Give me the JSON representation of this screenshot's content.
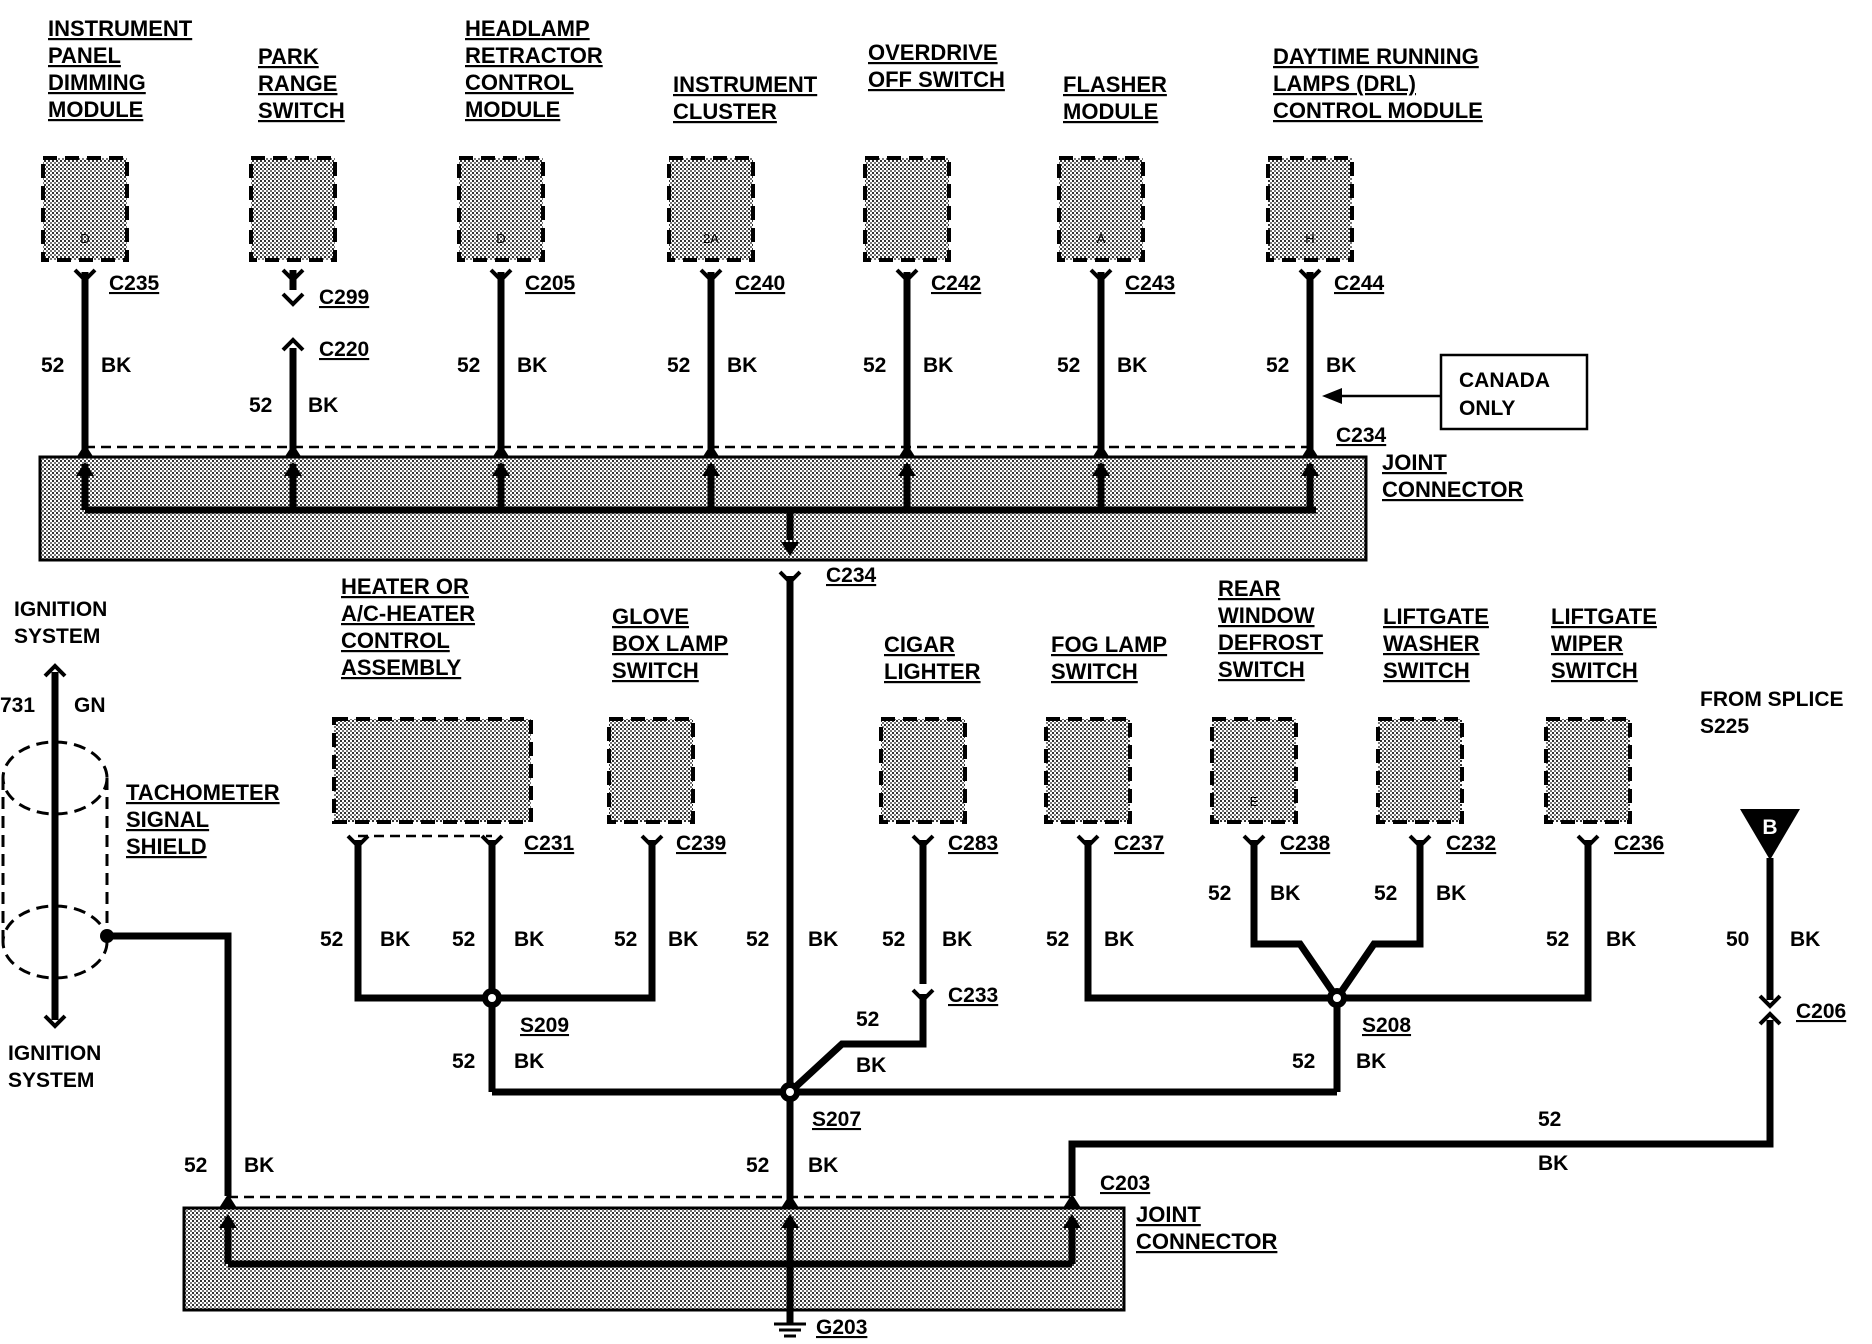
{
  "top_components": [
    {
      "lines": [
        "INSTRUMENT",
        "PANEL",
        "DIMMING",
        "MODULE"
      ],
      "pin": "D",
      "connector": "C235",
      "circuit": "52",
      "color": "BK"
    },
    {
      "lines": [
        "PARK",
        "RANGE",
        "SWITCH"
      ],
      "pin": "",
      "connector": "C299",
      "connector2": "C220",
      "circuit": "52",
      "color": "BK"
    },
    {
      "lines": [
        "HEADLAMP",
        "RETRACTOR",
        "CONTROL",
        "MODULE"
      ],
      "pin": "D",
      "connector": "C205",
      "circuit": "52",
      "color": "BK"
    },
    {
      "lines": [
        "INSTRUMENT",
        "CLUSTER"
      ],
      "pin": "2A",
      "connector": "C240",
      "circuit": "52",
      "color": "BK"
    },
    {
      "lines": [
        "OVERDRIVE",
        "OFF SWITCH"
      ],
      "pin": "",
      "connector": "C242",
      "circuit": "52",
      "color": "BK"
    },
    {
      "lines": [
        "FLASHER",
        "MODULE"
      ],
      "pin": "A",
      "connector": "C243",
      "circuit": "52",
      "color": "BK"
    },
    {
      "lines": [
        "DAYTIME RUNNING",
        "LAMPS (DRL)",
        "CONTROL MODULE"
      ],
      "pin": "H",
      "connector": "C244",
      "circuit": "52",
      "color": "BK"
    }
  ],
  "canada_note": [
    "CANADA",
    "ONLY"
  ],
  "top_joint": {
    "connector": "C234",
    "lines": [
      "JOINT",
      "CONNECTOR"
    ],
    "trunk_connector": "C234"
  },
  "bottom_components": [
    {
      "lines": [
        "HEATER OR",
        "A/C-HEATER",
        "CONTROL",
        "ASSEMBLY"
      ],
      "connector": "C231",
      "circuit": "52",
      "color": "BK"
    },
    {
      "lines": [
        "GLOVE",
        "BOX LAMP",
        "SWITCH"
      ],
      "connector": "C239",
      "circuit": "52",
      "color": "BK"
    },
    {
      "lines": [
        "CIGAR",
        "LIGHTER"
      ],
      "connector": "C283",
      "connector2": "C233",
      "circuit": "52",
      "color": "BK"
    },
    {
      "lines": [
        "FOG LAMP",
        "SWITCH"
      ],
      "connector": "C237",
      "circuit": "52",
      "color": "BK"
    },
    {
      "lines": [
        "REAR",
        "WINDOW",
        "DEFROST",
        "SWITCH"
      ],
      "pin": "E",
      "connector": "C238",
      "circuit": "52",
      "color": "BK"
    },
    {
      "lines": [
        "LIFTGATE",
        "WASHER",
        "SWITCH"
      ],
      "connector": "C232",
      "circuit": "52",
      "color": "BK"
    },
    {
      "lines": [
        "LIFTGATE",
        "WIPER",
        "SWITCH"
      ],
      "connector": "C236",
      "circuit": "52",
      "color": "BK"
    }
  ],
  "ignition": {
    "top_lines": [
      "IGNITION",
      "SYSTEM"
    ],
    "bottom_lines": [
      "IGNITION",
      "SYSTEM"
    ],
    "circuit": "731",
    "color": "GN"
  },
  "shield": {
    "lines": [
      "TACHOMETER",
      "SIGNAL",
      "SHIELD"
    ],
    "circuit": "52",
    "color": "BK"
  },
  "splices": {
    "s209": "S209",
    "s207": "S207",
    "s208": "S208"
  },
  "wire": {
    "circuit": "52",
    "color": "BK"
  },
  "from_splice": {
    "lines": [
      "FROM SPLICE",
      "S225"
    ],
    "marker": "B",
    "circuit": "50",
    "color": "BK",
    "connector": "C206"
  },
  "bottom_joint": {
    "connector": "C203",
    "lines": [
      "JOINT",
      "CONNECTOR"
    ],
    "ground": "G203"
  },
  "colors": {
    "wire": "#000000",
    "fill": "#c8c8c8",
    "background": "#ffffff"
  }
}
